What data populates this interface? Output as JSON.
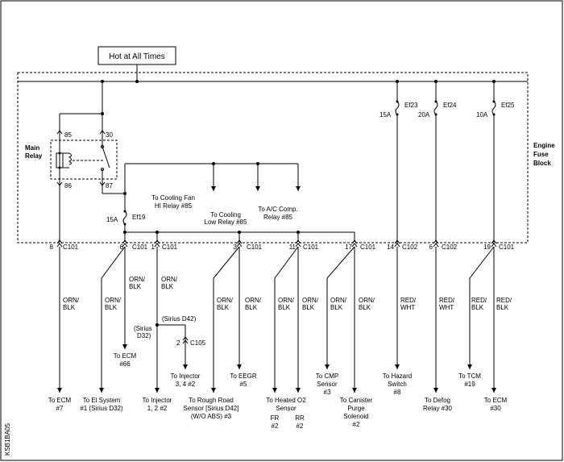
{
  "header_label": "Hot at All Times",
  "block_label": [
    "Engine",
    "Fuse",
    "Block"
  ],
  "relay": {
    "title": [
      "Main",
      "Relay"
    ],
    "pins": {
      "p85": "85",
      "p30": "30",
      "p86": "86",
      "p87": "87"
    }
  },
  "fuses": {
    "ef19": {
      "name": "Ef19",
      "amp": "15A"
    },
    "ef23": {
      "name": "Ef23",
      "amp": "15A"
    },
    "ef24": {
      "name": "Ef24",
      "amp": "20A"
    },
    "ef25": {
      "name": "Ef25",
      "amp": "10A"
    }
  },
  "relay_feeds": {
    "cooling_fan_hi": [
      "To Cooling Fan",
      "HI Relay #85"
    ],
    "cooling_low": [
      "To Cooling",
      "Low Relay #85"
    ],
    "ac_comp": [
      "To A/C Comp.",
      "Relay #85"
    ]
  },
  "connectors": [
    {
      "pin": "8",
      "conn": "C101"
    },
    {
      "pin": "6",
      "conn": "C101"
    },
    {
      "pin": "1",
      "conn": "C101"
    },
    {
      "pin": "3",
      "conn": "C101"
    },
    {
      "pin": "11",
      "conn": "C101"
    },
    {
      "pin": "17",
      "conn": "C101"
    },
    {
      "pin": "14",
      "conn": "C102"
    },
    {
      "pin": "6",
      "conn": "C102"
    },
    {
      "pin": "19",
      "conn": "C101"
    }
  ],
  "wire_colors": {
    "orn": "ORN/",
    "blk": "BLK",
    "red": "RED/",
    "wht": "WHT"
  },
  "sirius": {
    "d42": "(Sirius D42)",
    "d32a": "(Sirius",
    "d32b": "D32)",
    "c105_pin": "2",
    "c105": "C105"
  },
  "destinations": {
    "ecm7": [
      "To ECM",
      "#7"
    ],
    "el_system": [
      "To El System",
      "#1 (Sirius D32)"
    ],
    "ecm66": [
      "To ECM",
      "#66"
    ],
    "injector12": [
      "To Injector",
      "1, 2 #2"
    ],
    "injector34": [
      "To Injector",
      "3, 4 #2"
    ],
    "rough_road": [
      "To Rough Road",
      "Sensor [Sirius D42]",
      "(W/O ABS) #3"
    ],
    "eegr": [
      "To EEGR",
      "#5"
    ],
    "heated_o2": [
      "To Heated O2",
      "Sensor"
    ],
    "fr": [
      "FR",
      "#2"
    ],
    "rr": [
      "RR",
      "#2"
    ],
    "cmp": [
      "To CMP",
      "Sensor",
      "#3"
    ],
    "canister": [
      "To Canister",
      "Purge",
      "Solenoid",
      "#2"
    ],
    "hazard": [
      "To Hazard",
      "Switch",
      "#8"
    ],
    "defog": [
      "To Defog",
      "Relay #30"
    ],
    "tcm": [
      "To TCM",
      "#19"
    ],
    "ecm30": [
      "To ECM",
      "#30"
    ]
  },
  "figure_code": "KSB1BA05"
}
